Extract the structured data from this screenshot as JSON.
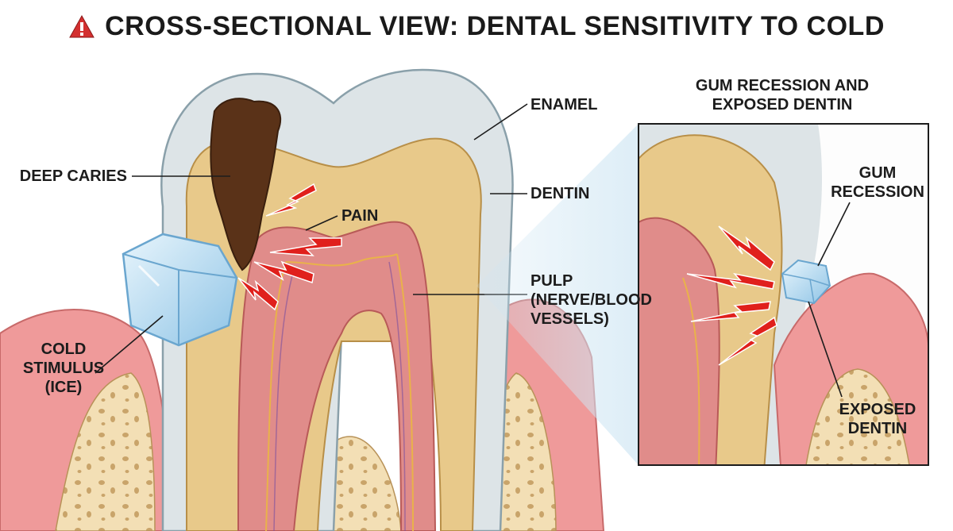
{
  "title": "CROSS-SECTIONAL VIEW: DENTAL SENSITIVITY TO COLD",
  "labels": {
    "enamel": "ENAMEL",
    "dentin": "DENTIN",
    "pain": "PAIN",
    "deep_caries": "DEEP CARIES",
    "pulp": "PULP\n(NERVE/BLOOD\nVESSELS)",
    "cold_stimulus": "COLD\nSTIMULUS\n(ICE)"
  },
  "inset": {
    "title": "GUM RECESSION AND\nEXPOSED DENTIN",
    "gum_recession": "GUM\nRECESSION",
    "exposed_dentin": "EXPOSED\nDENTIN"
  },
  "icons": [
    "warning-icon",
    "lightning-bolt-icon",
    "ice-cube-icon"
  ],
  "colors": {
    "enamel": "#dde4e7",
    "dentin": "#e8c98a",
    "pulp": "#e08c8a",
    "gum": "#ef9a9a",
    "bone": "#f3dfb5",
    "caries": "#5a3218",
    "pain": "#e0201c",
    "ice": "#bfe0f3"
  }
}
